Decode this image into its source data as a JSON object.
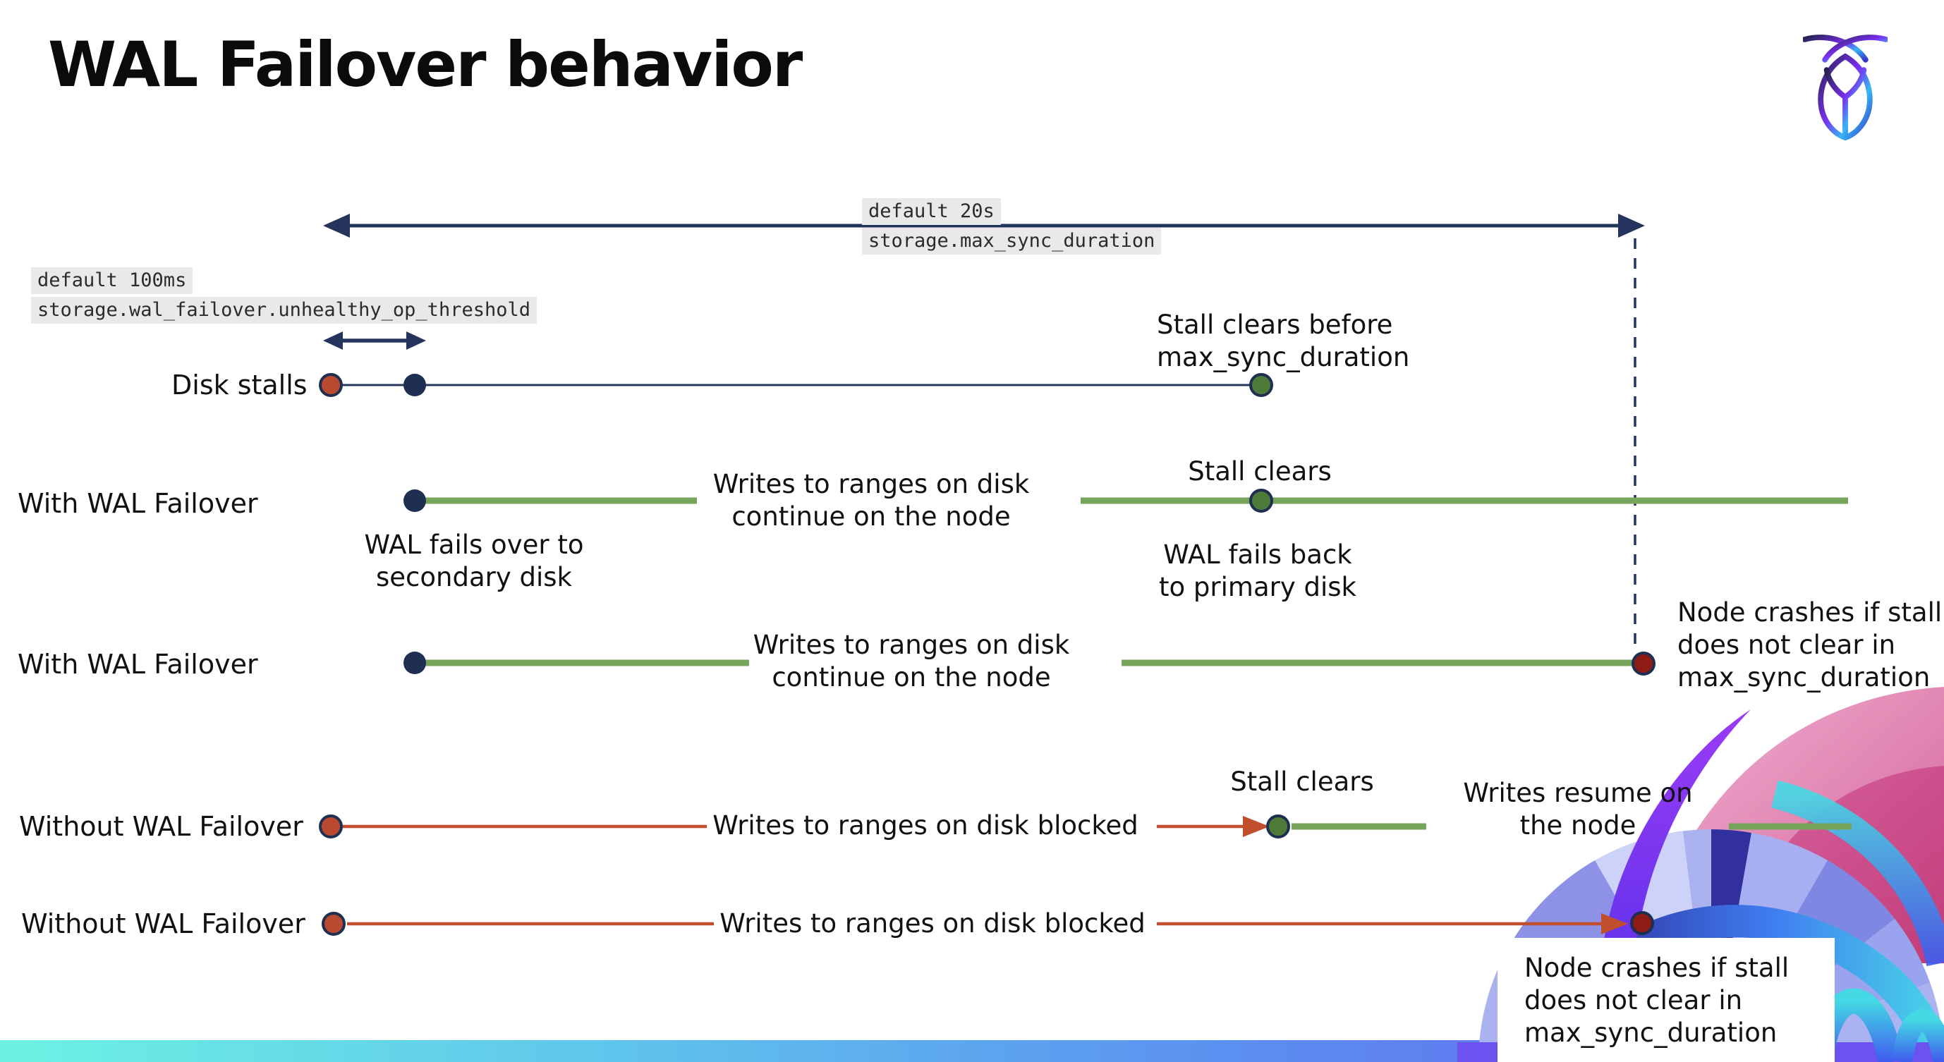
{
  "title": "WAL Failover behavior",
  "logo": "cockroachdb-logo",
  "colors": {
    "navy": "#24345c",
    "green_line": "#76a45a",
    "green_dot": "#4e7a37",
    "red_orange_dot": "#b9492f",
    "dark_red_dot": "#8e1c15",
    "red_line": "#c14f2e",
    "code_highlight_bg": "#e9e9e9",
    "bottom_bar_left": "#6cf2e2",
    "bottom_bar_right": "#6a5bf2"
  },
  "settings": {
    "max_sync": {
      "default": "default 20s",
      "name": "storage.max_sync_duration"
    },
    "unhealthy_op": {
      "default": "default 100ms",
      "name": "storage.wal_failover.unhealthy_op_threshold"
    }
  },
  "row_labels": {
    "disk_stalls": "Disk stalls",
    "with_wal_1": "With WAL Failover",
    "with_wal_2": "With WAL Failover",
    "without_wal_1": "Without WAL Failover",
    "without_wal_2": "Without WAL Failover"
  },
  "annotations": {
    "stall_clears_before": "Stall clears before\nmax_sync_duration",
    "writes_continue_1": "Writes to ranges on disk\ncontinue on the node",
    "writes_continue_2": "Writes to ranges on disk\ncontinue on the node",
    "wal_fails_over": "WAL fails over to\nsecondary disk",
    "stall_clears_1": "Stall clears",
    "stall_clears_2": "Stall clears",
    "wal_fails_back": "WAL fails  back\nto primary disk",
    "node_crashes_1": "Node crashes if stall\ndoes not clear in\nmax_sync_duration",
    "node_crashes_2": "Node crashes if stall\ndoes not clear in\nmax_sync_duration",
    "writes_blocked_1": "Writes to ranges on disk  blocked",
    "writes_blocked_2": "Writes to ranges on disk  blocked",
    "writes_resume": "Writes resume on\nthe node"
  }
}
